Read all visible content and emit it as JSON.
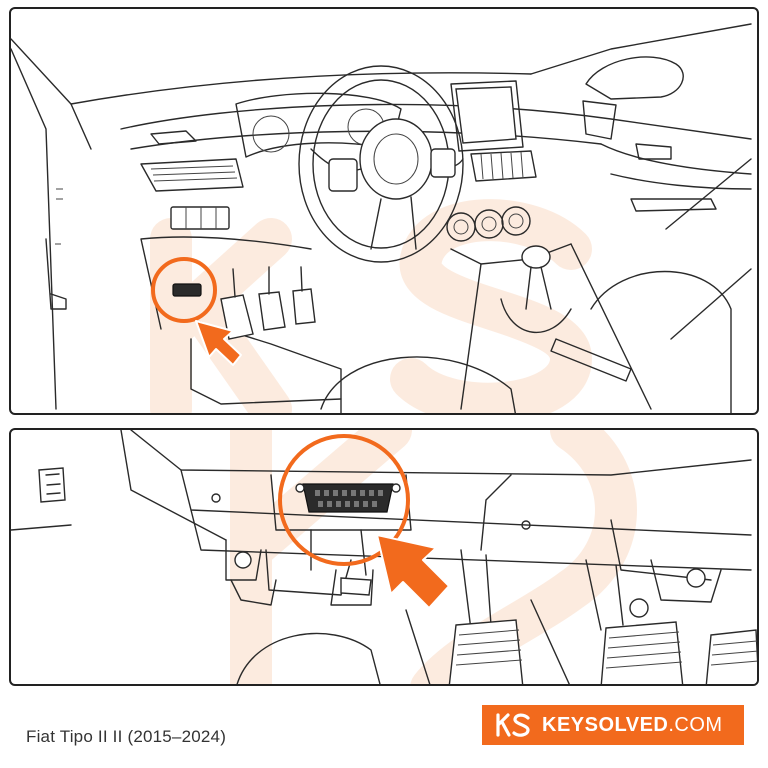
{
  "caption": "Fiat Tipo II II (2015–2024)",
  "brand": {
    "name": "KEYSOLVED",
    "tld": ".COM",
    "icon": "ks-logo-icon",
    "color": "#f26a1d"
  },
  "highlight_color": "#f26a1d",
  "panels": [
    {
      "id": "overview",
      "icons": [
        "dashboard-illustration",
        "obd-location-circle",
        "pointer-arrow"
      ]
    },
    {
      "id": "closeup",
      "icons": [
        "obd-port-illustration",
        "obd-location-circle",
        "pointer-arrow"
      ]
    }
  ]
}
